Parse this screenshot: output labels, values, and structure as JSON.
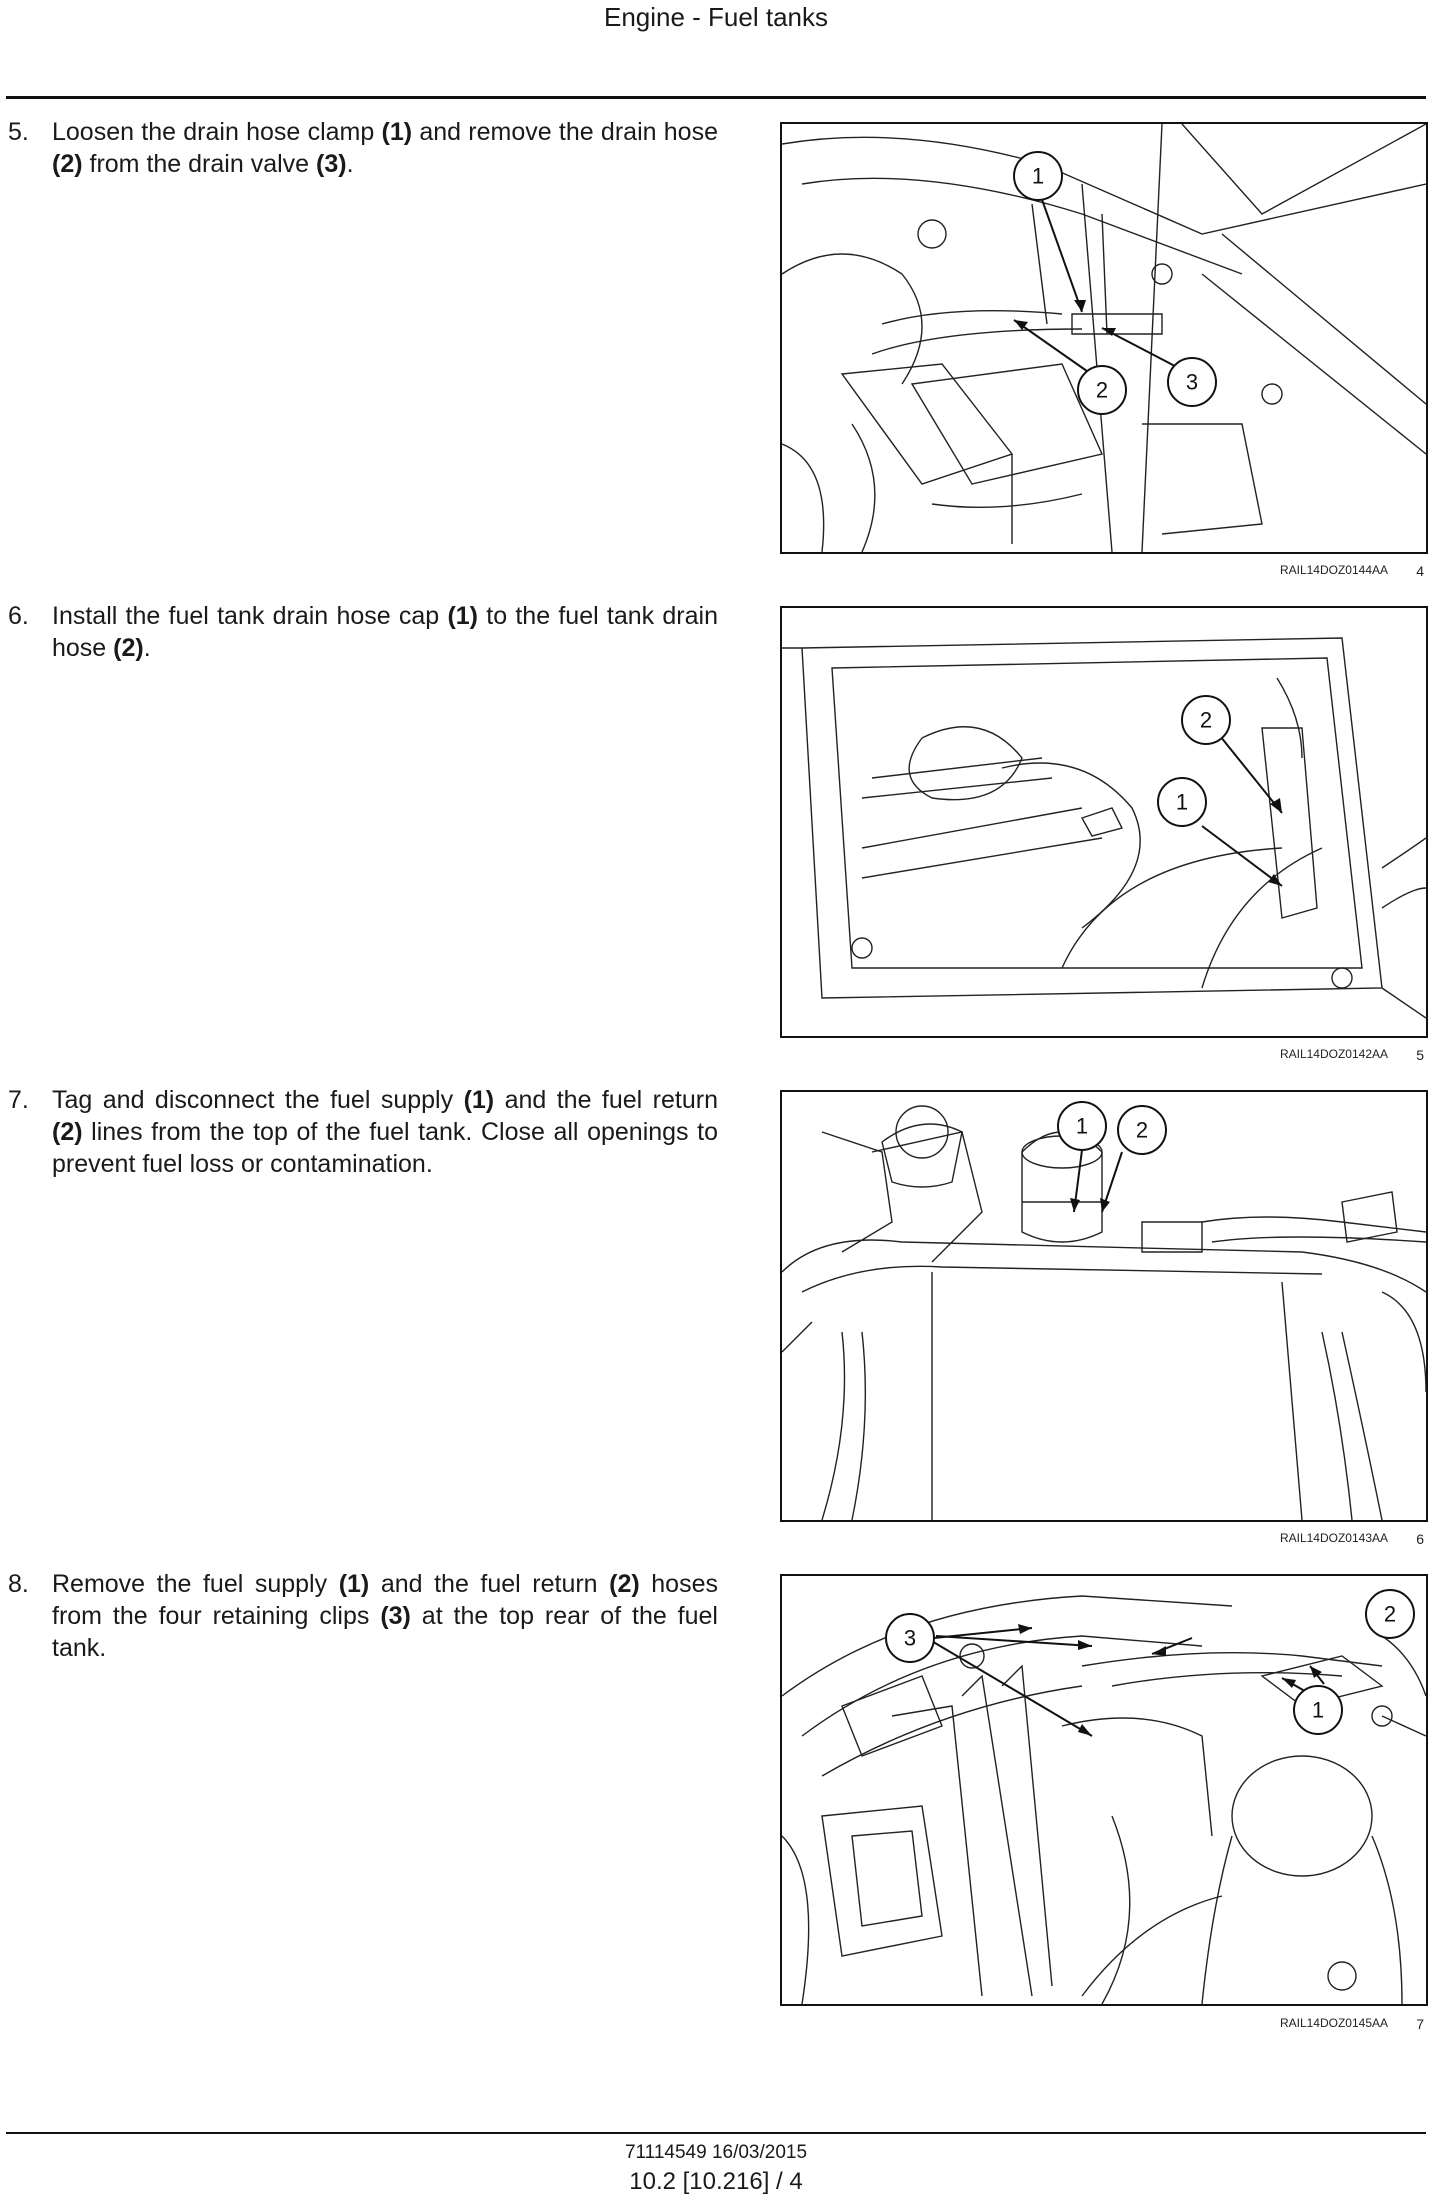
{
  "header": {
    "title": "Engine - Fuel tanks"
  },
  "steps": [
    {
      "num": "5.",
      "parts": [
        "Loosen the drain hose clamp ",
        "(1)",
        " and remove the drain hose ",
        "(2)",
        " from the drain valve ",
        "(3)",
        "."
      ]
    },
    {
      "num": "6.",
      "parts": [
        "Install the fuel tank drain hose cap ",
        "(1)",
        " to the fuel tank drain hose ",
        "(2)",
        "."
      ]
    },
    {
      "num": "7.",
      "parts": [
        "Tag and disconnect the fuel supply ",
        "(1)",
        " and the fuel return ",
        "(2)",
        " lines from the top of the fuel tank. Close all openings to prevent fuel loss or contamination."
      ]
    },
    {
      "num": "8.",
      "parts": [
        "Remove the fuel supply ",
        "(1)",
        " and the fuel return ",
        "(2)",
        " hoses from the four retaining clips ",
        "(3)",
        " at the top rear of the fuel tank."
      ]
    }
  ],
  "figures": [
    {
      "code": "RAIL14DOZ0144AA",
      "number": "4",
      "callouts": [
        "1",
        "2",
        "3"
      ]
    },
    {
      "code": "RAIL14DOZ0142AA",
      "number": "5",
      "callouts": [
        "2",
        "1"
      ]
    },
    {
      "code": "RAIL14DOZ0143AA",
      "number": "6",
      "callouts": [
        "1",
        "2"
      ]
    },
    {
      "code": "RAIL14DOZ0145AA",
      "number": "7",
      "callouts": [
        "3",
        "2",
        "1"
      ]
    }
  ],
  "footer": {
    "doc": "71114549 16/03/2015",
    "page": "10.2 [10.216] / 4"
  }
}
